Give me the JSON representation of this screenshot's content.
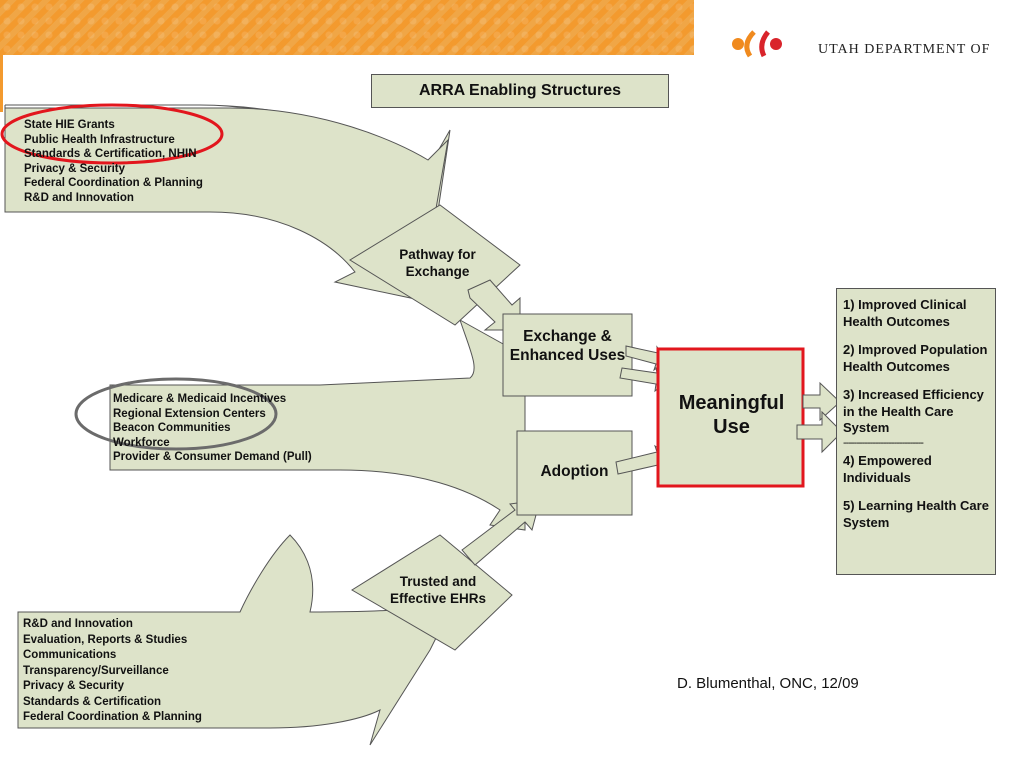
{
  "header": {
    "org_name": "UTAH DEPARTMENT OF",
    "colors": {
      "banner": "#f39a2e",
      "logo_orange": "#f08a1e",
      "logo_red": "#d9242b"
    }
  },
  "diagram": {
    "title": "ARRA Enabling Structures",
    "top_list": [
      "State HIE Grants",
      "Public Health Infrastructure",
      "Standards & Certification, NHIN",
      "Privacy & Security",
      "Federal Coordination & Planning",
      "R&D and Innovation"
    ],
    "middle_list": [
      "Medicare & Medicaid Incentives",
      "Regional Extension Centers",
      "Beacon Communities",
      "Workforce",
      "Provider & Consumer Demand (Pull)"
    ],
    "bottom_list": [
      "R&D and Innovation",
      "Evaluation, Reports & Studies",
      "Communications",
      "Transparency/Surveillance",
      "Privacy & Security",
      "Standards & Certification",
      "Federal Coordination & Planning"
    ],
    "pathway": "Pathway for Exchange",
    "exchange": "Exchange & Enhanced Uses",
    "adoption": "Adoption",
    "trusted": "Trusted and Effective EHRs",
    "meaningful_use": "Meaningful Use",
    "outcomes": [
      "1) Improved Clinical Health Outcomes",
      "2) Improved Population Health Outcomes",
      "3) Increased Efficiency in the Health Care System",
      "4) Empowered Individuals",
      "5) Learning Health Care System"
    ],
    "outcome_separator": "------------------------------",
    "colors": {
      "fill": "#dde3c9",
      "stroke": "#555555",
      "highlight_red": "#e2161d",
      "ellipse_gray": "#6b6b6b"
    }
  },
  "credit": "D. Blumenthal, ONC, 12/09"
}
